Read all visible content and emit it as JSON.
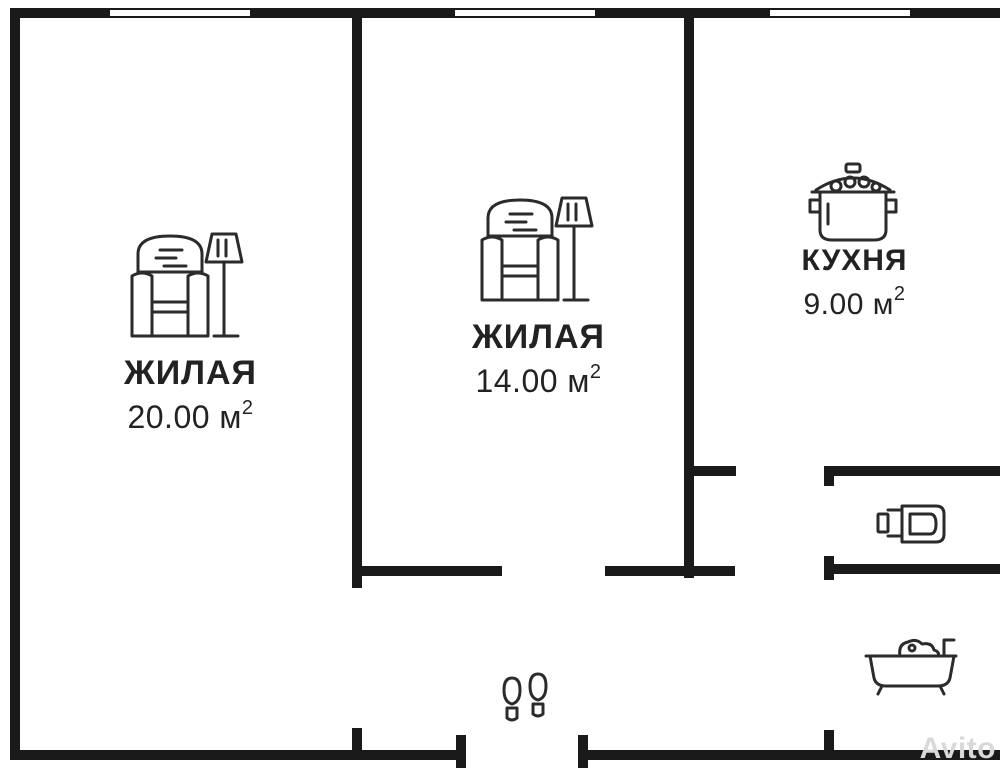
{
  "rooms": {
    "living_large": {
      "name": "ЖИЛАЯ",
      "area": "20.00 м",
      "unit_sup": "2"
    },
    "living_small": {
      "name": "ЖИЛАЯ",
      "area": "14.00 м",
      "unit_sup": "2"
    },
    "kitchen": {
      "name": "КУХНЯ",
      "area": "9.00 м",
      "unit_sup": "2"
    }
  },
  "watermark": {
    "text": "Avito"
  },
  "colors": {
    "wall": "#1a1a1a",
    "window": "#ffffff",
    "icon_stroke": "#2b2b2b",
    "label": "#222222"
  },
  "icons": [
    "armchair-lamp-icon",
    "armchair-lamp-icon",
    "cooking-pot-icon",
    "toilet-icon",
    "bathtub-icon",
    "footprints-icon"
  ]
}
